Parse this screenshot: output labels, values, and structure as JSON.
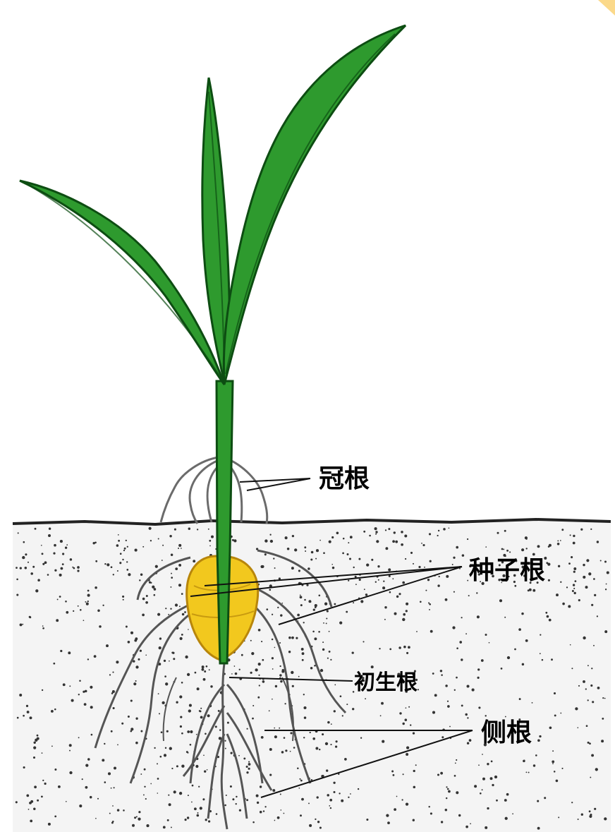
{
  "diagram": {
    "labels": {
      "crown_root": "冠根",
      "seminal_root": "种子根",
      "primary_root": "初生根",
      "lateral_root": "侧根"
    },
    "colors": {
      "leaf": "#2e9a2e",
      "leaf_dark": "#0d4d12",
      "seed": "#f2c81e",
      "seed_dark": "#b8860b",
      "soil_line": "#222222",
      "soil_dot": "#333333",
      "corner_accent": "#fbd98a"
    }
  }
}
